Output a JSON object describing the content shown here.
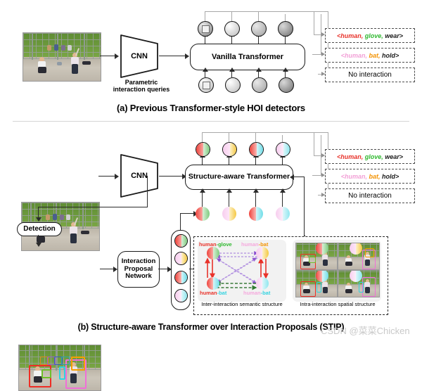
{
  "figure": {
    "panel_a": {
      "caption": "(a) Previous Transformer-style HOI detectors",
      "cnn_label": "CNN",
      "queries_label_line1": "Parametric",
      "queries_label_line2": "interaction queries",
      "transformer_label": "Vanilla Transformer",
      "outputs": [
        {
          "text": "<human, glove, wear>",
          "parts": [
            {
              "t": "<human,",
              "color": "#e8322a"
            },
            {
              "t": "glove,",
              "color": "#2fb82f"
            },
            {
              "t": "wear>",
              "color": "#1a1a1a"
            }
          ]
        },
        {
          "text": "<human, bat, hold>",
          "parts": [
            {
              "t": "<human,",
              "color": "#f29fd6"
            },
            {
              "t": "bat,",
              "color": "#f39200"
            },
            {
              "t": "hold>",
              "color": "#1a1a1a"
            }
          ]
        },
        {
          "text": "No interaction",
          "parts": [
            {
              "t": "No interaction",
              "color": "#1a1a1a"
            }
          ]
        }
      ]
    },
    "panel_b": {
      "caption": "(b) Structure-aware Transformer over Interaction Proposals (STIP)",
      "cnn_label": "CNN",
      "detection_label": "Detection",
      "ipn_label_line1": "Interaction",
      "ipn_label_line2": "Proposal",
      "ipn_label_line3": "Network",
      "transformer_label": "Structure-aware Transformer",
      "outputs": [
        {
          "text": "<human, glove, wear>",
          "parts": [
            {
              "t": "<human,",
              "color": "#e8322a"
            },
            {
              "t": "glove,",
              "color": "#2fb82f"
            },
            {
              "t": "wear>",
              "color": "#1a1a1a"
            }
          ]
        },
        {
          "text": "<human, bat, hold>",
          "parts": [
            {
              "t": "<human,",
              "color": "#f29fd6"
            },
            {
              "t": "bat,",
              "color": "#f39200"
            },
            {
              "t": "hold>",
              "color": "#1a1a1a"
            }
          ]
        },
        {
          "text": "No interaction",
          "parts": [
            {
              "t": "No interaction",
              "color": "#1a1a1a"
            }
          ]
        }
      ],
      "structure": {
        "inter_caption": "Inter-interaction semantic structure",
        "intra_caption": "Intra-interaction spatial structure",
        "nodes": [
          {
            "id": "n-tl",
            "label_a": "human",
            "label_a_color": "#e8322a",
            "label_b": "-glove",
            "label_b_color": "#2fb82f",
            "fill_left": "#f0433c",
            "fill_right": "#7ecb7e"
          },
          {
            "id": "n-tr",
            "label_a": "human",
            "label_a_color": "#f5a8dd",
            "label_b": "-bat",
            "label_b_color": "#f39200",
            "fill_left": "#f7cdee",
            "fill_right": "#f5c842"
          },
          {
            "id": "n-bl",
            "label_a": "human",
            "label_a_color": "#e8322a",
            "label_b": "-bat",
            "label_b_color": "#34d3e0",
            "fill_left": "#f0433c",
            "fill_right": "#6fdde8"
          },
          {
            "id": "n-br",
            "label_a": "human",
            "label_a_color": "#f5a8dd",
            "label_b": "-bat",
            "label_b_color": "#34d3e0",
            "fill_left": "#f7cdee",
            "fill_right": "#8fe6ef"
          }
        ]
      }
    },
    "proposal_tokens": [
      {
        "left": "#f0433c",
        "right": "#7ecb7e"
      },
      {
        "left": "#f7cdee",
        "right": "#f5c842"
      },
      {
        "left": "#f0433c",
        "right": "#6fdde8"
      },
      {
        "left": "#f7cdee",
        "right": "#8fe6ef"
      }
    ],
    "watermark": "CSDN @菜菜Chicken"
  }
}
